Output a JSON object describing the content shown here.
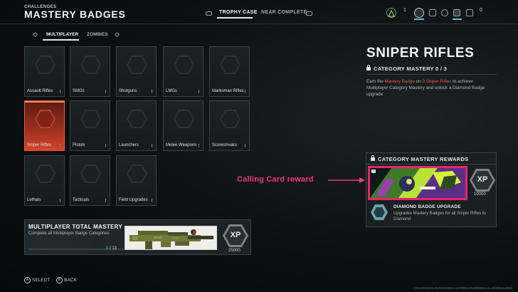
{
  "header": {
    "section": "CHALLENGES",
    "title": "MASTERY BADGES",
    "tabs": [
      {
        "label": "TROPHY CASE",
        "active": true
      },
      {
        "label": "NEAR COMPLETE",
        "active": false
      }
    ]
  },
  "hud": {
    "level_value": "1",
    "currency_value": "0"
  },
  "subtabs": [
    {
      "label": "MULTIPLAYER",
      "active": true
    },
    {
      "label": "ZOMBIES",
      "active": false
    }
  ],
  "categories": [
    {
      "label": "Assault Rifles"
    },
    {
      "label": "SMGs"
    },
    {
      "label": "Shotguns"
    },
    {
      "label": "LMGs"
    },
    {
      "label": "Marksman Rifles"
    },
    {
      "label": "Sniper Rifles",
      "selected": true
    },
    {
      "label": "Pistols"
    },
    {
      "label": "Launchers"
    },
    {
      "label": "Melee Weapons"
    },
    {
      "label": "Scorestreaks"
    },
    {
      "label": "Lethals"
    },
    {
      "label": "Tacticals"
    },
    {
      "label": "Field Upgrades"
    }
  ],
  "total_mastery": {
    "title": "MULTIPLAYER TOTAL MASTERY",
    "subtitle": "Complete all Multiplayer Badge Categories",
    "progress_current": "0",
    "progress_total": "/ 13",
    "progress_fraction": 0,
    "xp_label": "XP",
    "xp_amount": "25000"
  },
  "detail": {
    "title": "SNIPER RIFLES",
    "mastery_status": "CATEGORY MASTERY 0 / 3",
    "desc_pre": "Earn the ",
    "desc_hl1": "Mastery Badge",
    "desc_mid": " on ",
    "desc_hl2": "3 Sniper Rifles",
    "desc_post": " to achieve Multiplayer Category Mastery and unlock a Diamond Badge upgrade",
    "rewards_header": "CATEGORY MASTERY REWARDS",
    "reward_xp_label": "XP",
    "reward_xp_amount": "10000",
    "diamond_title": "DIAMOND BADGE UPGRADE",
    "diamond_desc": "Upgrades Mastery Badges for all Sniper Rifles to Diamond"
  },
  "annotation": {
    "text": "Calling Card reward",
    "color": "#f03a7a"
  },
  "footer": {
    "select_key": "A",
    "select_label": "SELECT",
    "back_key": "B",
    "back_label": "BACK",
    "build": "12244781626 11194325891+11748818763908592.pl.Lxbc[88412993]"
  },
  "colors": {
    "accent_selected": "#d2452a",
    "highlight_text": "#e8573c",
    "hud_accent": "#57c3d8"
  }
}
